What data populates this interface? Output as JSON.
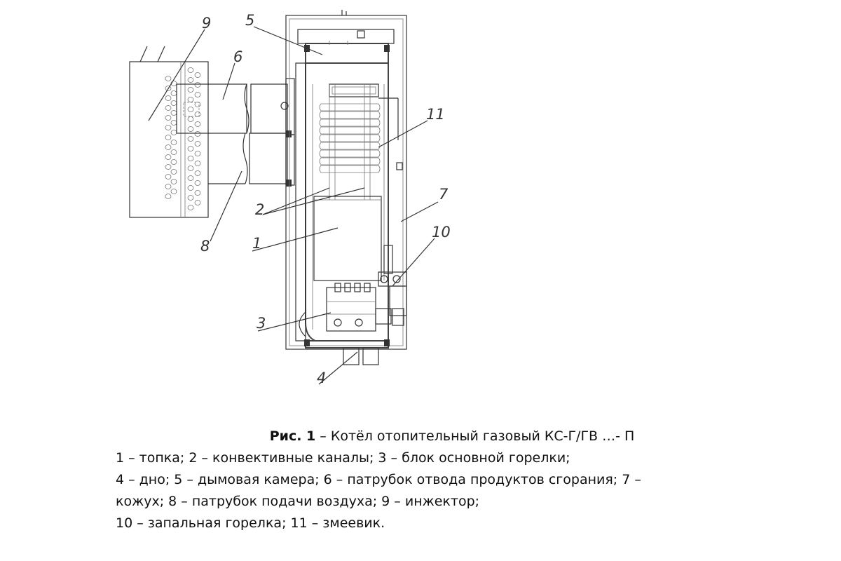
{
  "callouts": {
    "n1": "1",
    "n2": "2",
    "n3": "3",
    "n4": "4",
    "n5": "5",
    "n6": "6",
    "n7": "7",
    "n8": "8",
    "n9": "9",
    "n10": "10",
    "n11": "11"
  },
  "caption": {
    "fig_label": "Рис. 1",
    "fig_title": " – Котёл отопительный газовый КС-Г/ГВ …- П",
    "legend_lines": [
      "1 – топка; 2 – конвективные каналы; 3 – блок основной горелки;",
      "4 – дно; 5 – дымовая камера;  6 – патрубок отвода продуктов сгорания; 7 –",
      "кожух; 8 – патрубок подачи воздуха; 9 – инжектор;",
      "10 – запальная горелка; 11 – змеевик."
    ]
  }
}
